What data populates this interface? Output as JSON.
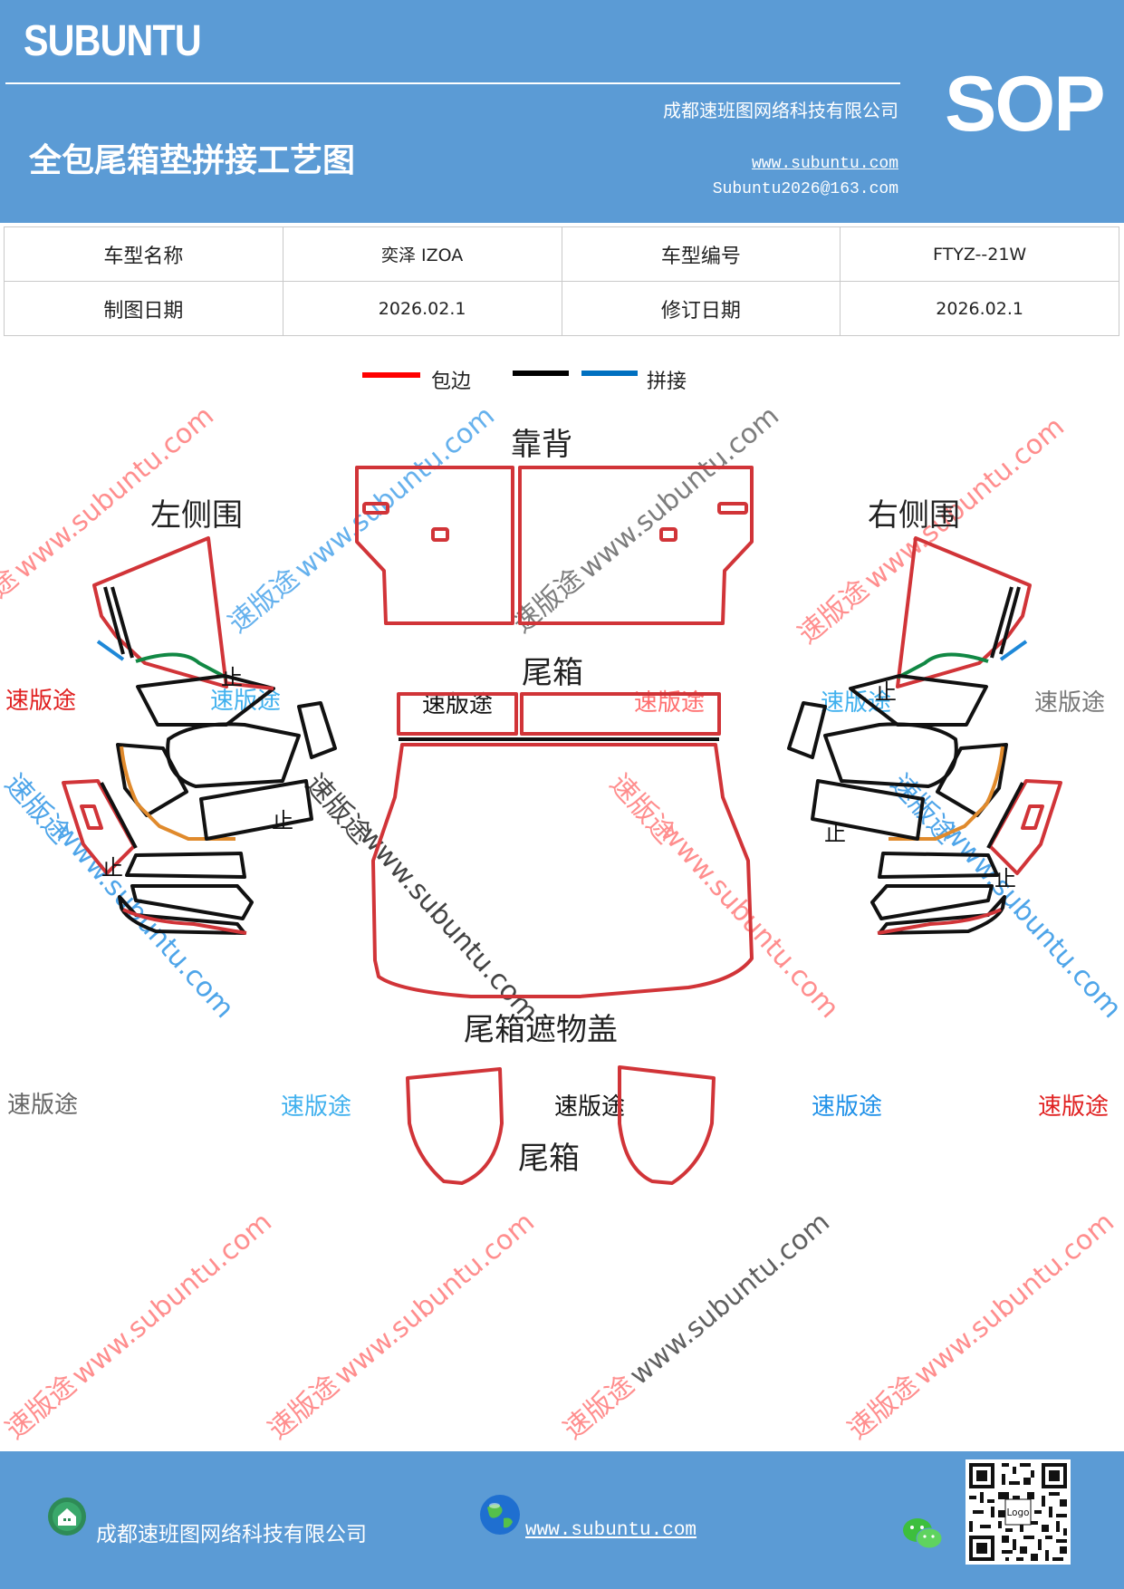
{
  "header": {
    "brand": "SUBUNTU",
    "company": "成都速班图网络科技有限公司",
    "title": "全包尾箱垫拼接工艺图",
    "website": "www.subuntu.com",
    "email": "Subuntu2026@163.com",
    "doc_type": "SOP",
    "colors": {
      "band": "#5b9bd5",
      "text": "#ffffff"
    }
  },
  "info_table": {
    "rows": [
      {
        "label1": "车型名称",
        "value1": "奕泽 IZOA",
        "label2": "车型编号",
        "value2": "FTYZ--21W"
      },
      {
        "label1": "制图日期",
        "value1": "2026.02.1",
        "label2": "修订日期",
        "value2": "2026.02.1"
      }
    ]
  },
  "legend": {
    "wrap_label": "包边",
    "splice_label": "拼接",
    "colors": {
      "wrap": "#ff0000",
      "cut": "#000000",
      "splice": "#0070c0"
    }
  },
  "diagram": {
    "labels": {
      "backrest": "靠背",
      "left_side": "左侧围",
      "right_side": "右侧围",
      "trunk": "尾箱",
      "cover": "尾箱遮物盖",
      "trunk_lower": "尾箱",
      "stop": "止"
    },
    "watermark_url": "www.subuntu.com",
    "watermark_brand": "速版途",
    "line_colors": {
      "edge": "#d13438",
      "seam": "#111111",
      "splice": "#1e88d8",
      "green": "#118844",
      "orange": "#e08a2c"
    }
  },
  "footer": {
    "company": "成都速班图网络科技有限公司",
    "website": "www.subuntu.com",
    "icons": [
      "home-icon",
      "globe-icon",
      "wechat-icon",
      "qr-code"
    ]
  }
}
